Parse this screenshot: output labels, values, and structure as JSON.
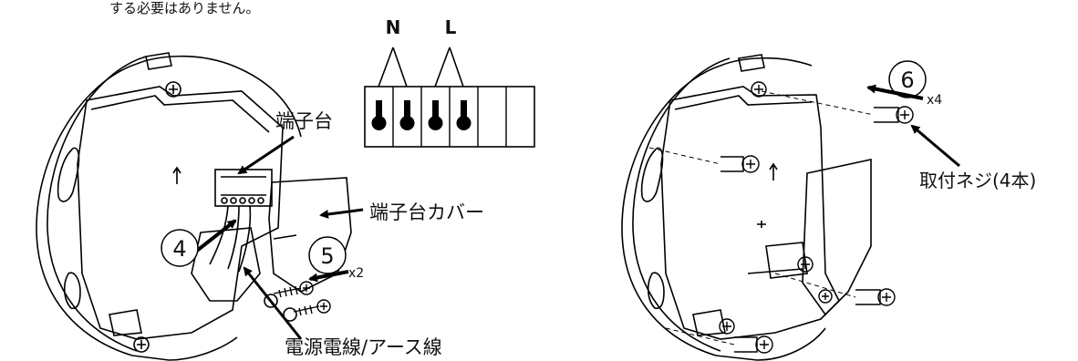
{
  "intro_text": "する必要はありません。",
  "terminal": {
    "n_label": "N",
    "l_label": "L",
    "block_label": "端子台",
    "cover_label": "端子台カバー"
  },
  "wire_label": "電源電線/アース線",
  "steps": [
    {
      "number": "4",
      "count": ""
    },
    {
      "number": "5",
      "count": "x2"
    },
    {
      "number": "6",
      "count": "x4"
    }
  ],
  "screws_label": "取付ネジ(4本)"
}
